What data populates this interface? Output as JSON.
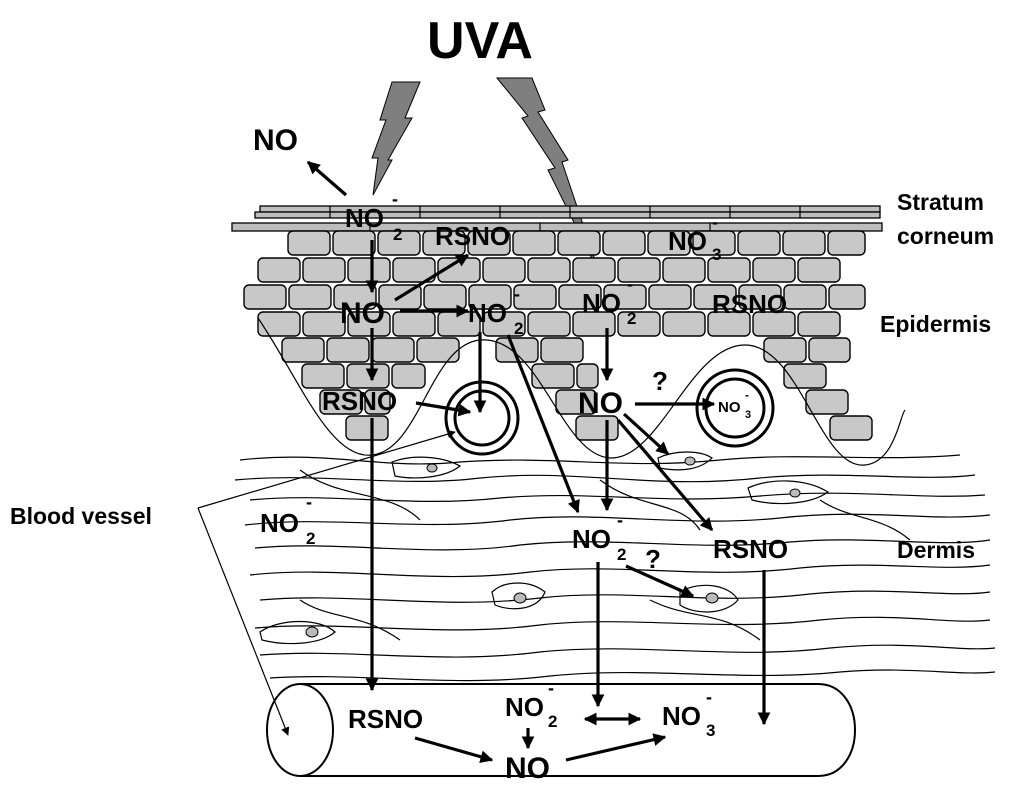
{
  "title": "UVA",
  "layers": {
    "stratum_corneum": [
      "Stratum",
      "corneum"
    ],
    "epidermis": "Epidermis",
    "dermis": "Dermis",
    "blood_vessel": "Blood vessel"
  },
  "species": {
    "no": "NO",
    "no2": "NO",
    "no3": "NO",
    "rsno": "RSNO",
    "minus": "-",
    "sub2": "2",
    "sub3": "3",
    "question": "?"
  },
  "colors": {
    "brick": "#c8c8c8",
    "lightning": "#7f7f7f",
    "line": "#000000"
  }
}
